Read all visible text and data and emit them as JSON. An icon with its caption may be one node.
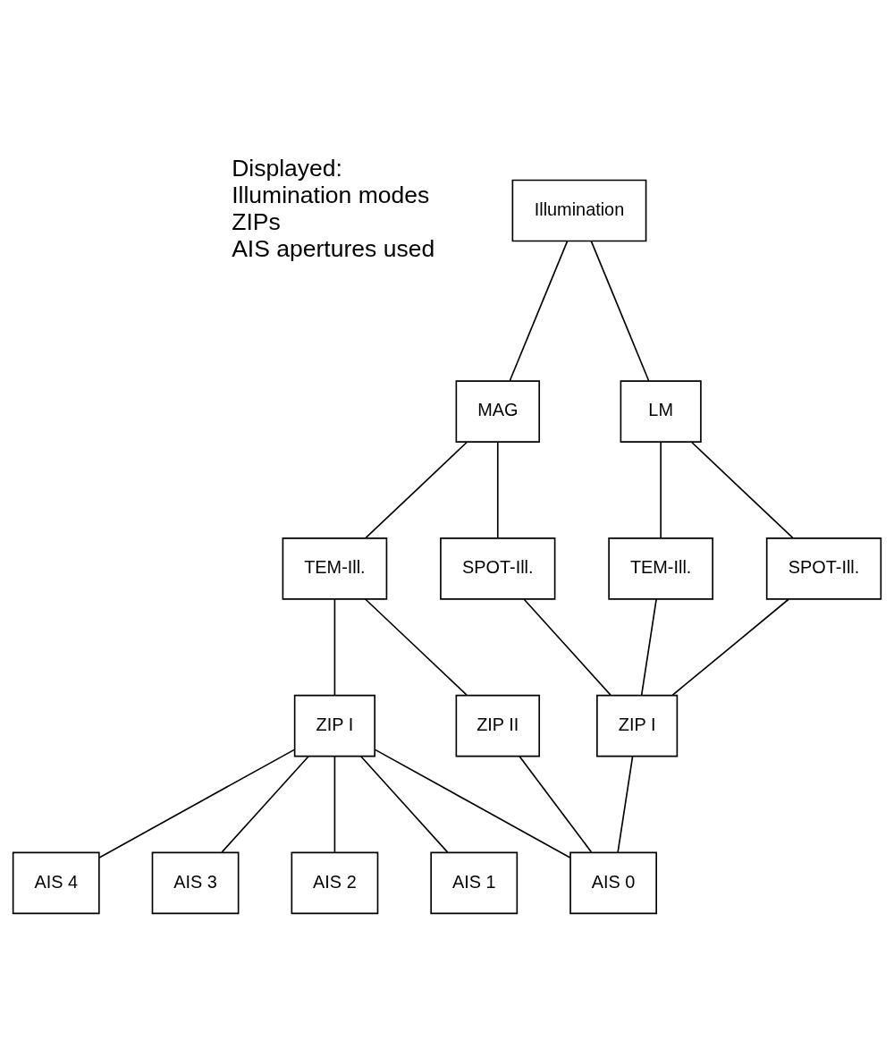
{
  "diagram": {
    "nodes": [
      {
        "text": [
          "Illumination"
        ]
      },
      {
        "text": [
          "MAG"
        ]
      },
      {
        "text": [
          "LM"
        ]
      },
      {
        "text": [
          "TEM-Ill."
        ]
      },
      {
        "text": [
          "SPOT-Ill."
        ]
      },
      {
        "text": [
          "TEM-Ill."
        ]
      },
      {
        "text": [
          "SPOT-Ill."
        ]
      },
      {
        "text": [
          "ZIP I"
        ]
      },
      {
        "text": [
          "ZIP II"
        ]
      },
      {
        "text": [
          "ZIP I"
        ]
      },
      {
        "text": [
          "AIS 4"
        ]
      },
      {
        "text": [
          "AIS 3"
        ]
      },
      {
        "text": [
          "AIS 2"
        ]
      },
      {
        "text": [
          "AIS 1"
        ]
      },
      {
        "text": [
          "AIS 0"
        ]
      }
    ],
    "edges": [
      {
        "from": 0,
        "to": 1,
        "arrow": "none"
      },
      {
        "from": 0,
        "to": 2,
        "arrow": "none"
      },
      {
        "from": 1,
        "to": 3,
        "arrow": "none"
      },
      {
        "from": 1,
        "to": 4,
        "arrow": "none"
      },
      {
        "from": 2,
        "to": 5,
        "arrow": "none"
      },
      {
        "from": 2,
        "to": 6,
        "arrow": "none"
      },
      {
        "from": 3,
        "to": 7,
        "arrow": "none"
      },
      {
        "from": 3,
        "to": 8,
        "arrow": "none"
      },
      {
        "from": 4,
        "to": 9,
        "arrow": "none"
      },
      {
        "from": 5,
        "to": 9,
        "arrow": "none"
      },
      {
        "from": 6,
        "to": 9,
        "arrow": "none"
      },
      {
        "from": 7,
        "to": 10,
        "arrow": "none"
      },
      {
        "from": 7,
        "to": 11,
        "arrow": "none"
      },
      {
        "from": 7,
        "to": 12,
        "arrow": "none"
      },
      {
        "from": 7,
        "to": 13,
        "arrow": "none"
      },
      {
        "from": 7,
        "to": 14,
        "arrow": "none"
      },
      {
        "from": 8,
        "to": 14,
        "arrow": "none"
      },
      {
        "from": 9,
        "to": 14,
        "arrow": "none"
      }
    ],
    "labels": [
      "Displayed:",
      "Illumination modes",
      "ZIPs",
      "AIS apertures used"
    ]
  }
}
